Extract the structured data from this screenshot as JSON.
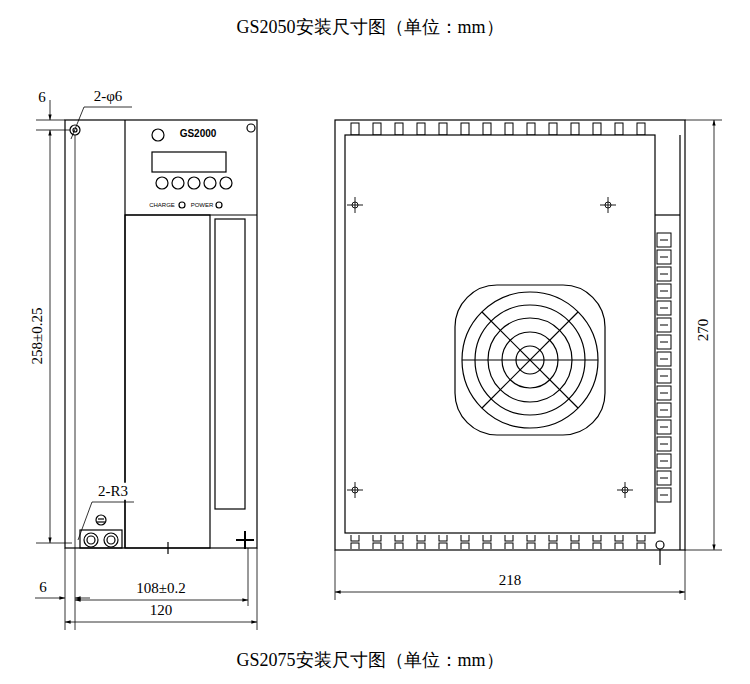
{
  "diagram": {
    "title": "GS2050安装尺寸图（单位：mm）",
    "caption": "GS2075安装尺寸图（单位：mm）",
    "labels": [
      "6",
      "2-φ6",
      "258±0.25",
      "2-R3",
      "6",
      "108±0.2",
      "120",
      "218",
      "270",
      "GS2000",
      "CHARGE",
      "POWER"
    ]
  }
}
